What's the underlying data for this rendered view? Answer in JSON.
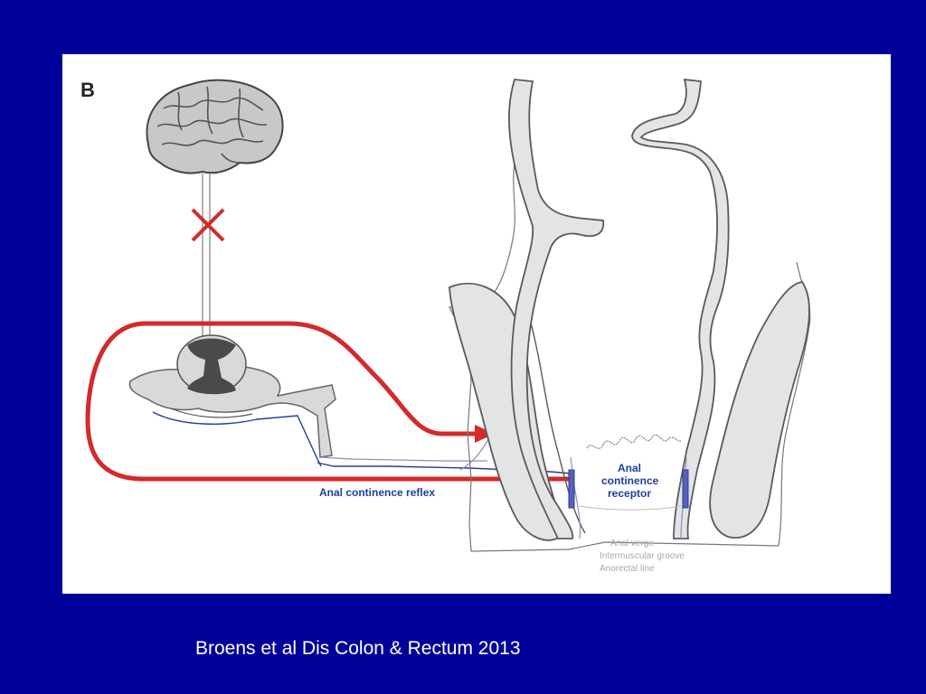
{
  "colors": {
    "slide_background": "#000099",
    "panel_background": "#ffffff",
    "reflex_arc": "#d42a2a",
    "nerve_blue": "#1f3f9a",
    "tissue_gray": "#e2e4e6",
    "outline_gray": "#5a5a5a"
  },
  "figure": {
    "panel_letter": "B",
    "icons": [
      "brain-icon",
      "blocked-x-icon",
      "spinal-cord-icon",
      "arrow-icon"
    ],
    "labels": {
      "reflex": "Anal continence reflex",
      "receptor_line1": "Anal",
      "receptor_line2": "continence",
      "receptor_line3": "receptor",
      "anal_verge": "Anal verge",
      "intermuscular_groove": "Intermuscular groove",
      "anorectal_line": "Anorectal line"
    }
  },
  "citation": "Broens et al Dis Colon & Rectum 2013"
}
